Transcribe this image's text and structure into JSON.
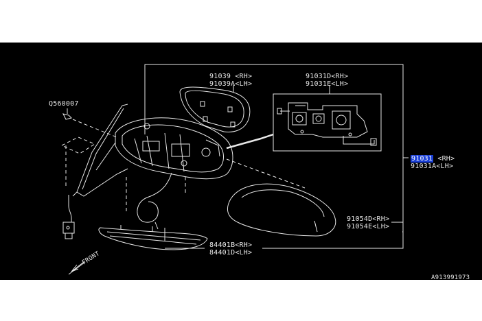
{
  "part_labels": {
    "screw": "Q560007",
    "mirror_glass_rh": "91039 <RH>",
    "mirror_glass_lh": "91039A<LH>",
    "actuator_rh": "91031D<RH>",
    "actuator_lh": "91031E<LH>",
    "assy_code": "91031",
    "assy_rh_suffix": "<RH>",
    "assy_lh": "91031A<LH>",
    "cover_rh": "91054D<RH>",
    "cover_lh": "91054E<LH>",
    "lamp_rh": "84401B<RH>",
    "lamp_lh": "84401D<LH>",
    "front_arrow": "FRONT",
    "diagram_id": "A913991973"
  },
  "colors": {
    "background": "#000000",
    "line": "#e8e8e8",
    "highlight": "#1a3fd6"
  }
}
